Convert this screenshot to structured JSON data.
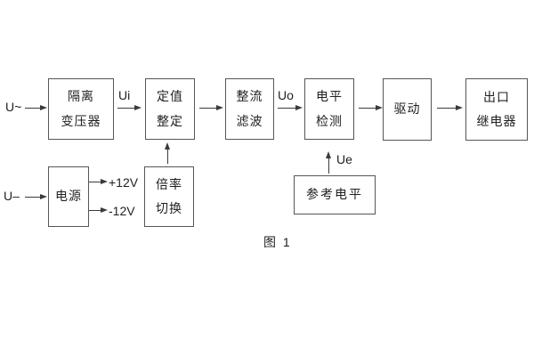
{
  "diagram": {
    "caption": "图 1",
    "inputs": {
      "ac_label": "U~",
      "dc_label": "U–"
    },
    "signals": {
      "ui": "Ui",
      "uo": "Uo",
      "ue": "Ue"
    },
    "rails": {
      "positive": "+12V",
      "negative": "-12V"
    },
    "blocks": {
      "isolation_transformer": {
        "line1": "隔离",
        "line2": "变压器"
      },
      "setpoint_adjust": {
        "line1": "定值",
        "line2": "整定"
      },
      "rectifier_filter": {
        "line1": "整流",
        "line2": "滤波"
      },
      "level_detector": {
        "line1": "电平",
        "line2": "检测"
      },
      "driver": {
        "line1": "驱动"
      },
      "output_relay": {
        "line1": "出口",
        "line2": "继电器"
      },
      "power_supply": {
        "line1": "电源"
      },
      "ratio_switch": {
        "line1": "倍率",
        "line2": "切换"
      },
      "reference_level": {
        "line1": "参考电平"
      }
    },
    "colors": {
      "background": "#ffffff",
      "line": "#3a3a3a",
      "box_border": "#565656",
      "text": "#1f1f1f"
    }
  }
}
